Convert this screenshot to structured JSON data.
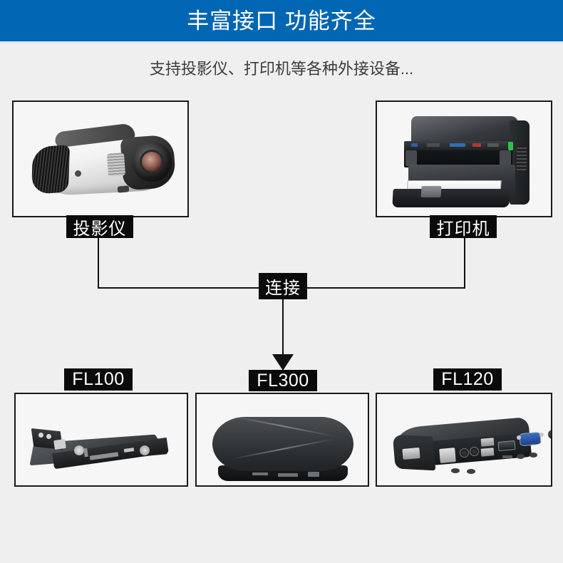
{
  "header": {
    "title": "丰富接口 功能齐全",
    "background_color": "#0066b3",
    "text_color": "#ffffff"
  },
  "subtitle": {
    "text": "支持投影仪、打印机等各种外接设备..."
  },
  "page": {
    "background_color": "#efefef",
    "label_background_color": "#0a0a0a",
    "label_text_color": "#ffffff",
    "frame_border_color": "#1a1a1a",
    "connector_color": "#111111"
  },
  "peripherals": [
    {
      "id": "projector",
      "label": "投影仪",
      "image_alt": "white-projector"
    },
    {
      "id": "printer",
      "label": "打印机",
      "image_alt": "black-laser-printer"
    }
  ],
  "connector": {
    "label": "连接"
  },
  "products": [
    {
      "id": "fl100",
      "label": "FL100",
      "image_alt": "flat-black-thin-client-fl100"
    },
    {
      "id": "fl300",
      "label": "FL300",
      "image_alt": "rounded-black-thin-client-fl300"
    },
    {
      "id": "fl120",
      "label": "FL120",
      "image_alt": "black-thin-client-with-ports-fl120"
    }
  ]
}
